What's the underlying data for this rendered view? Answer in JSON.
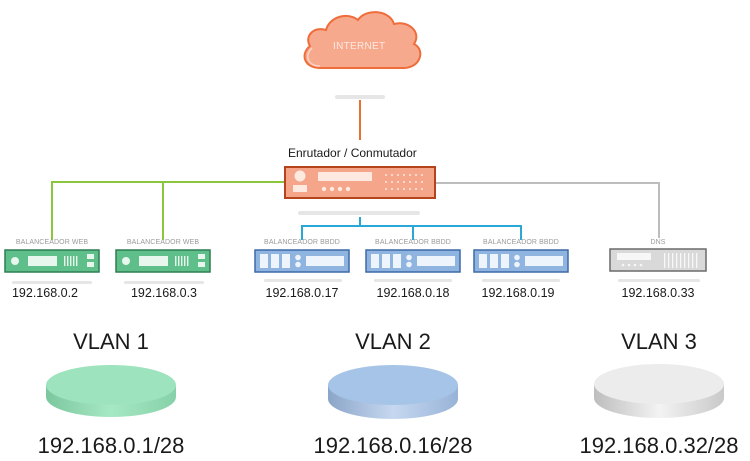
{
  "internet": {
    "label": "INTERNET",
    "icon": "cloud-icon",
    "color": "#f7a98e"
  },
  "router": {
    "title": "Enrutador / Conmutador",
    "icon": "router-switch-icon",
    "color": "#f4a58a",
    "border_color": "#b5441c"
  },
  "links": {
    "vlan1_color": "#8cc63f",
    "vlan2_color": "#29a8d8",
    "vlan3_color": "#bdbdbd",
    "uplink_color": "#e8712f"
  },
  "devices": [
    {
      "type": "BALANCEADOR WEB",
      "ip": "192.168.0.2",
      "vlan": 1,
      "icon": "web-balancer-icon"
    },
    {
      "type": "BALANCEADOR WEB",
      "ip": "192.168.0.3",
      "vlan": 1,
      "icon": "web-balancer-icon"
    },
    {
      "type": "BALANCEADOR BBDD",
      "ip": "192.168.0.17",
      "vlan": 2,
      "icon": "db-balancer-icon"
    },
    {
      "type": "BALANCEADOR BBDD",
      "ip": "192.168.0.18",
      "vlan": 2,
      "icon": "db-balancer-icon"
    },
    {
      "type": "BALANCEADOR BBDD",
      "ip": "192.168.0.19",
      "vlan": 2,
      "icon": "db-balancer-icon"
    },
    {
      "type": "DNS",
      "ip": "192.168.0.33",
      "vlan": 3,
      "icon": "dns-server-icon"
    }
  ],
  "vlans": [
    {
      "name": "VLAN 1",
      "subnet": "192.168.0.1/28",
      "color": "#9de3bd",
      "icon": "vlan-disk-icon"
    },
    {
      "name": "VLAN 2",
      "subnet": "192.168.0.16/28",
      "color": "#a6c4e8",
      "icon": "vlan-disk-icon"
    },
    {
      "name": "VLAN 3",
      "subnet": "192.168.0.32/28",
      "color": "#ececec",
      "icon": "vlan-disk-icon"
    }
  ]
}
